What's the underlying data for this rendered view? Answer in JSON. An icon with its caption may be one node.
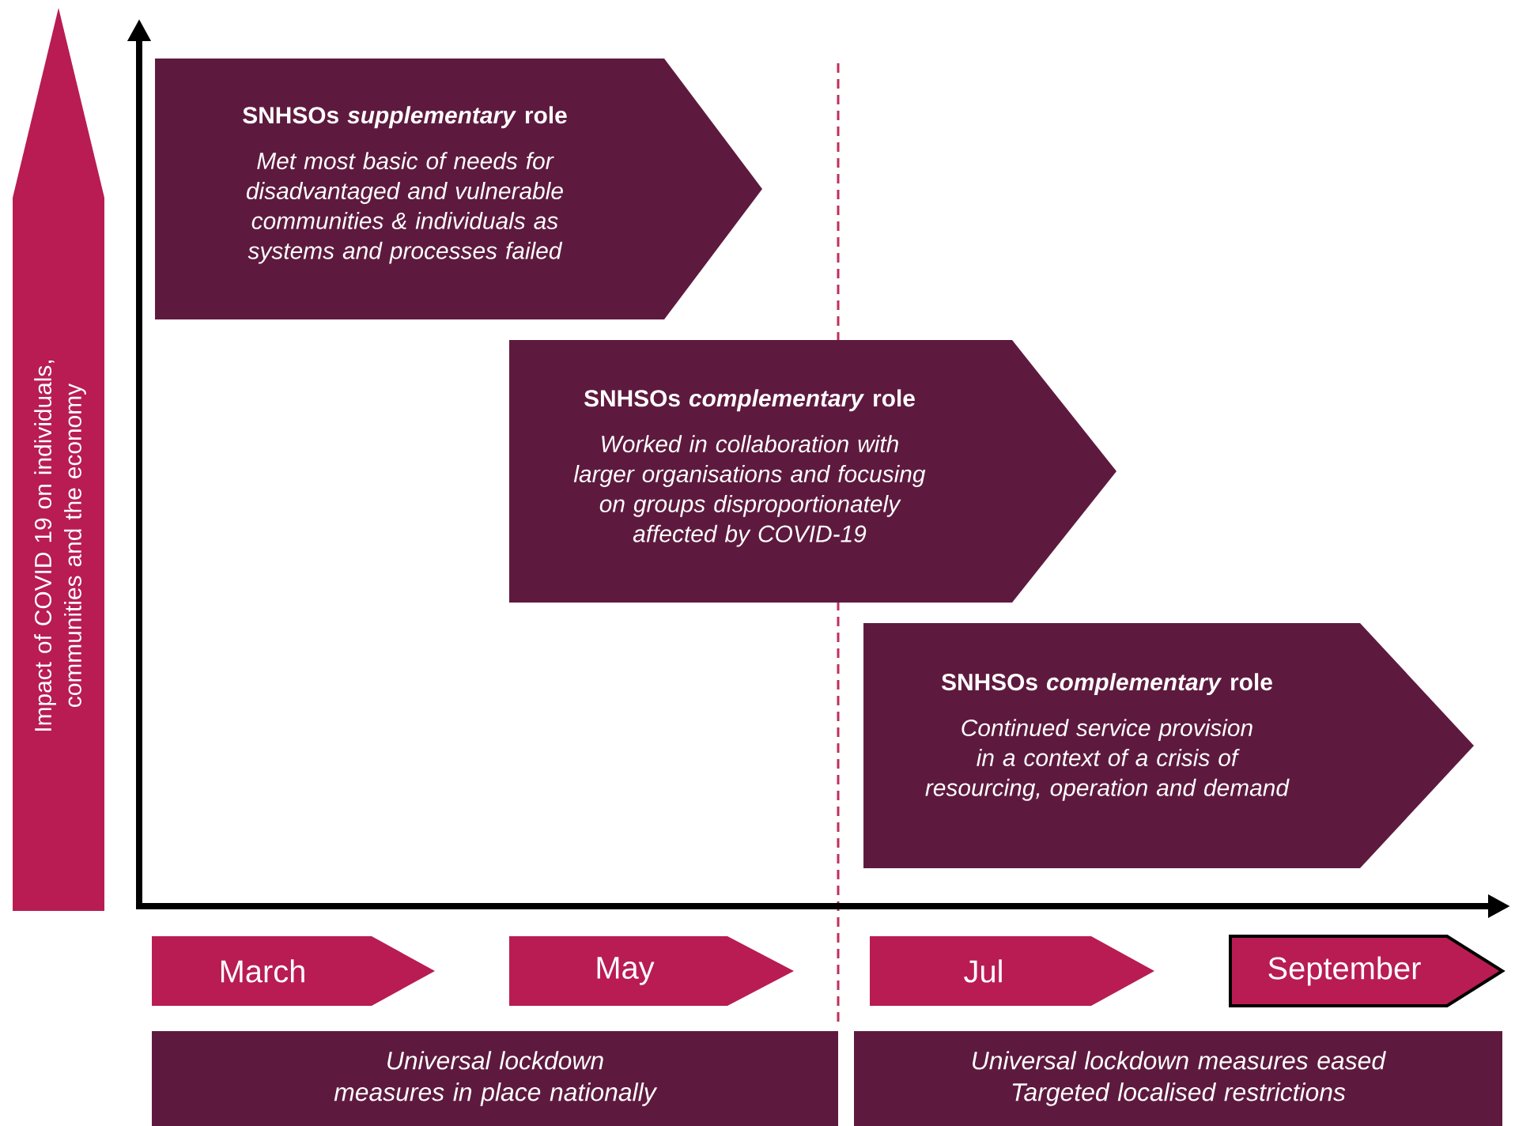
{
  "diagram": {
    "nodes": [
      {
        "text": [
          "Impact of COVID 19 on individuals, communities and the economy"
        ]
      },
      {
        "text": [
          "SNHSOs *supplementary* role",
          "Met most basic of needs for disadvantaged and vulnerable communities & individuals as systems and processes failed"
        ]
      },
      {
        "text": [
          "SNHSOs *complementary* role",
          "Worked in collaboration with larger organisations and focusing on groups disproportionately affected by COVID-19"
        ]
      },
      {
        "text": [
          "SNHSOs *complementary* role",
          "Continued service provision in a context of a crisis of resourcing, operation and demand"
        ]
      },
      {
        "text": [
          "March"
        ]
      },
      {
        "text": [
          "May"
        ]
      },
      {
        "text": [
          "Jul"
        ]
      },
      {
        "text": [
          "September"
        ]
      },
      {
        "text": [
          "Universal lockdown measures in place nationally"
        ]
      },
      {
        "text": [
          "Universal lockdown measures eased Targeted localised restrictions"
        ]
      }
    ]
  }
}
